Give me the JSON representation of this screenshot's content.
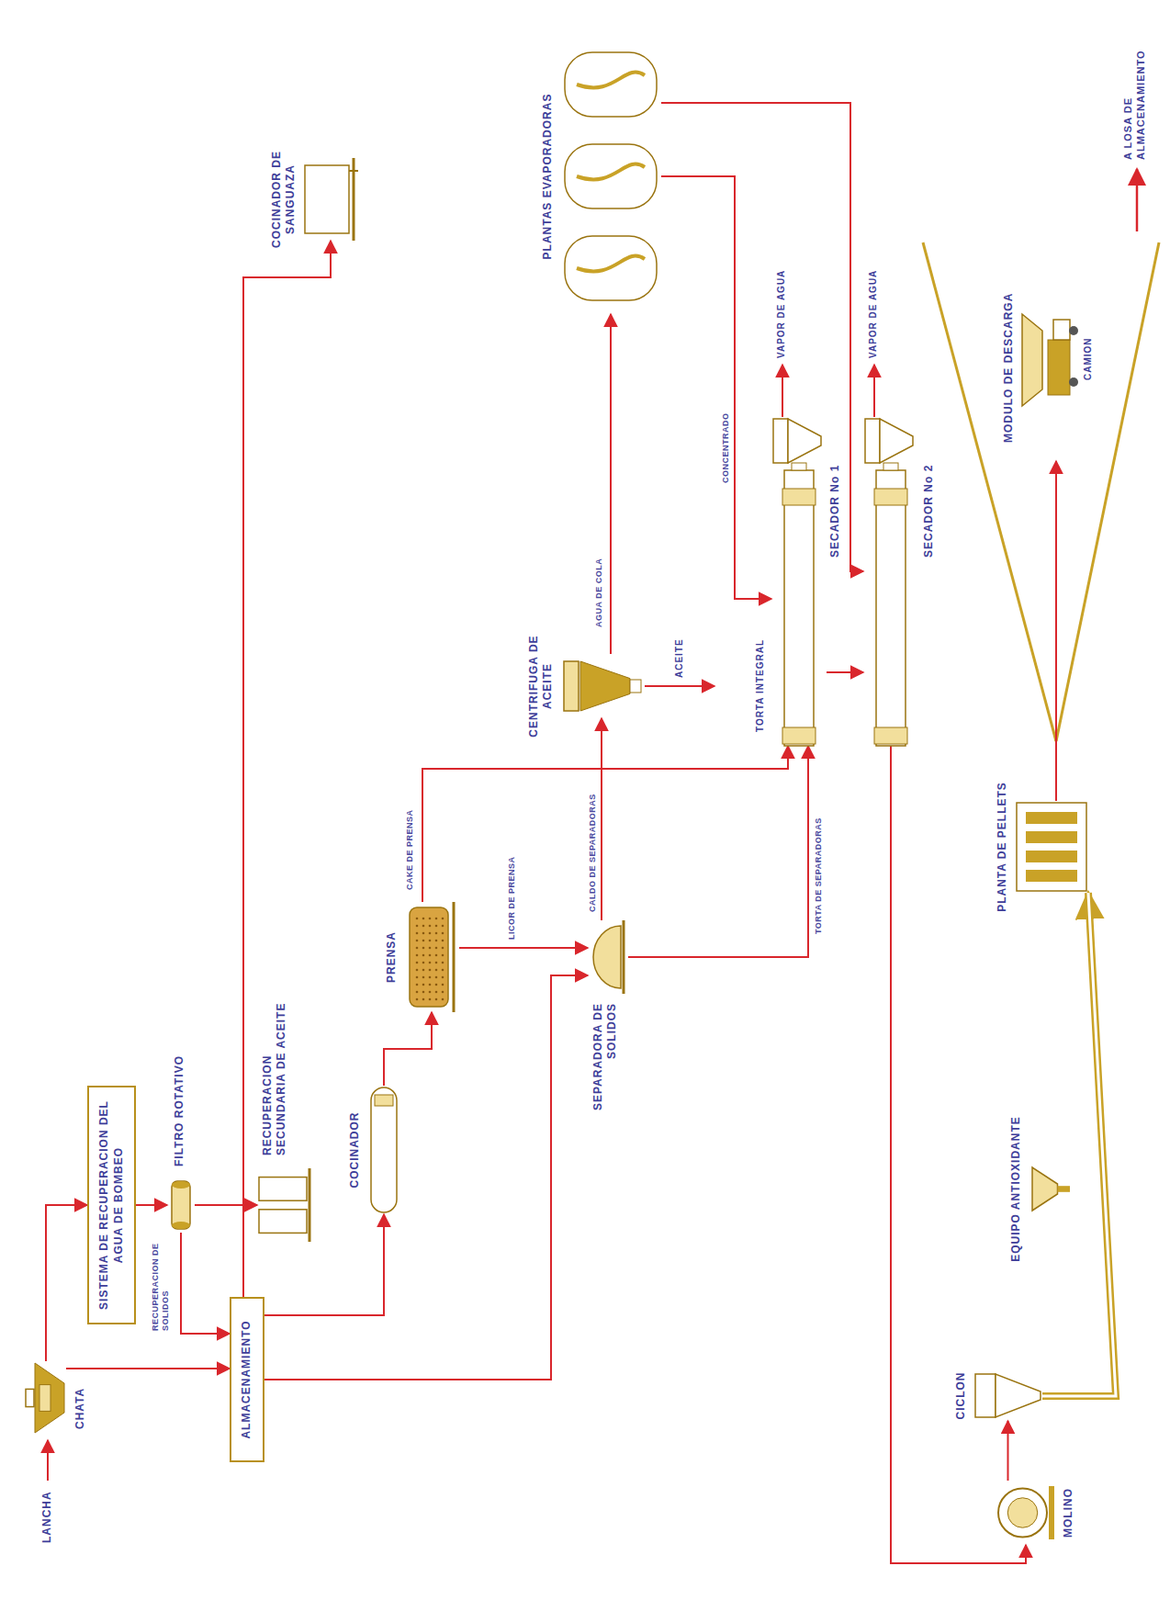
{
  "diagram": {
    "nodes": [
      {
        "text": [
          "CHATA"
        ]
      },
      {
        "text": [
          "SISTEMA DE RECUPERACION DEL AGUA DE BOMBEO"
        ]
      },
      {
        "text": [
          "ALMACENAMIENTO"
        ]
      },
      {
        "text": [
          "FILTRO ROTATIVO"
        ]
      },
      {
        "text": [
          "RECUPERACION SECUNDARIA DE ACEITE"
        ]
      },
      {
        "text": [
          "COCINADOR DE SANGUAZA"
        ]
      },
      {
        "text": [
          "COCINADOR"
        ]
      },
      {
        "text": [
          "PRENSA"
        ]
      },
      {
        "text": [
          "SEPARADORA DE SOLIDOS"
        ]
      },
      {
        "text": [
          "CENTRIFUGA DE ACEITE"
        ]
      },
      {
        "text": [
          "PLANTAS EVAPORADORAS"
        ]
      },
      {
        "text": [
          "SECADOR No 1"
        ]
      },
      {
        "text": [
          "SECADOR No 2"
        ]
      },
      {
        "text": [
          "MOLINO"
        ]
      },
      {
        "text": [
          "CICLON"
        ]
      },
      {
        "text": [
          "EQUIPO ANTIOXIDANTE"
        ]
      },
      {
        "text": [
          "PLANTA DE PELLETS"
        ]
      },
      {
        "text": [
          "MODULO DE DESCARGA",
          "CAMION"
        ]
      }
    ],
    "edges": [
      {
        "from": 0,
        "to": 1,
        "arrow": "to"
      },
      {
        "from": 0,
        "to": 2,
        "arrow": "to"
      },
      {
        "from": 1,
        "to": 3,
        "arrow": "to"
      },
      {
        "from": 3,
        "to": 4,
        "arrow": "to"
      },
      {
        "from": 3,
        "to": 2,
        "label": "RECUPERACION DE SOLIDOS",
        "arrow": "to"
      },
      {
        "from": 2,
        "to": 5,
        "arrow": "to"
      },
      {
        "from": 2,
        "to": 6,
        "arrow": "to"
      },
      {
        "from": 6,
        "to": 7,
        "arrow": "to"
      },
      {
        "from": 7,
        "to": 11,
        "label": "CAKE DE PRENSA",
        "arrow": "to"
      },
      {
        "from": 7,
        "to": 8,
        "label": "LICOR DE PRENSA",
        "arrow": "to"
      },
      {
        "from": 2,
        "to": 8,
        "arrow": "to"
      },
      {
        "from": 8,
        "to": 9,
        "label": "CALDO DE SEPARADORAS",
        "arrow": "to"
      },
      {
        "from": 8,
        "to": 11,
        "label": "TORTA DE SEPARADORAS",
        "arrow": "to"
      },
      {
        "from": 9,
        "to": 10,
        "label": "AGUA DE COLA",
        "arrow": "to"
      },
      {
        "from": 10,
        "to": 11,
        "label": "CONCENTRADO",
        "arrow": "to"
      },
      {
        "from": 10,
        "to": 12,
        "arrow": "to"
      },
      {
        "from": 11,
        "to": 12,
        "arrow": "to"
      },
      {
        "from": 12,
        "to": 13,
        "arrow": "to"
      },
      {
        "from": 13,
        "to": 14,
        "arrow": "to"
      },
      {
        "from": 14,
        "to": 16,
        "arrow": "to"
      },
      {
        "from": 16,
        "to": 17,
        "arrow": "to"
      }
    ],
    "labels": [
      "LANCHA",
      "TORTA INTEGRAL",
      "ACEITE",
      "VAPOR DE AGUA",
      "VAPOR DE AGUA",
      "A LOSA DE ALMACENAMIENTO"
    ]
  }
}
